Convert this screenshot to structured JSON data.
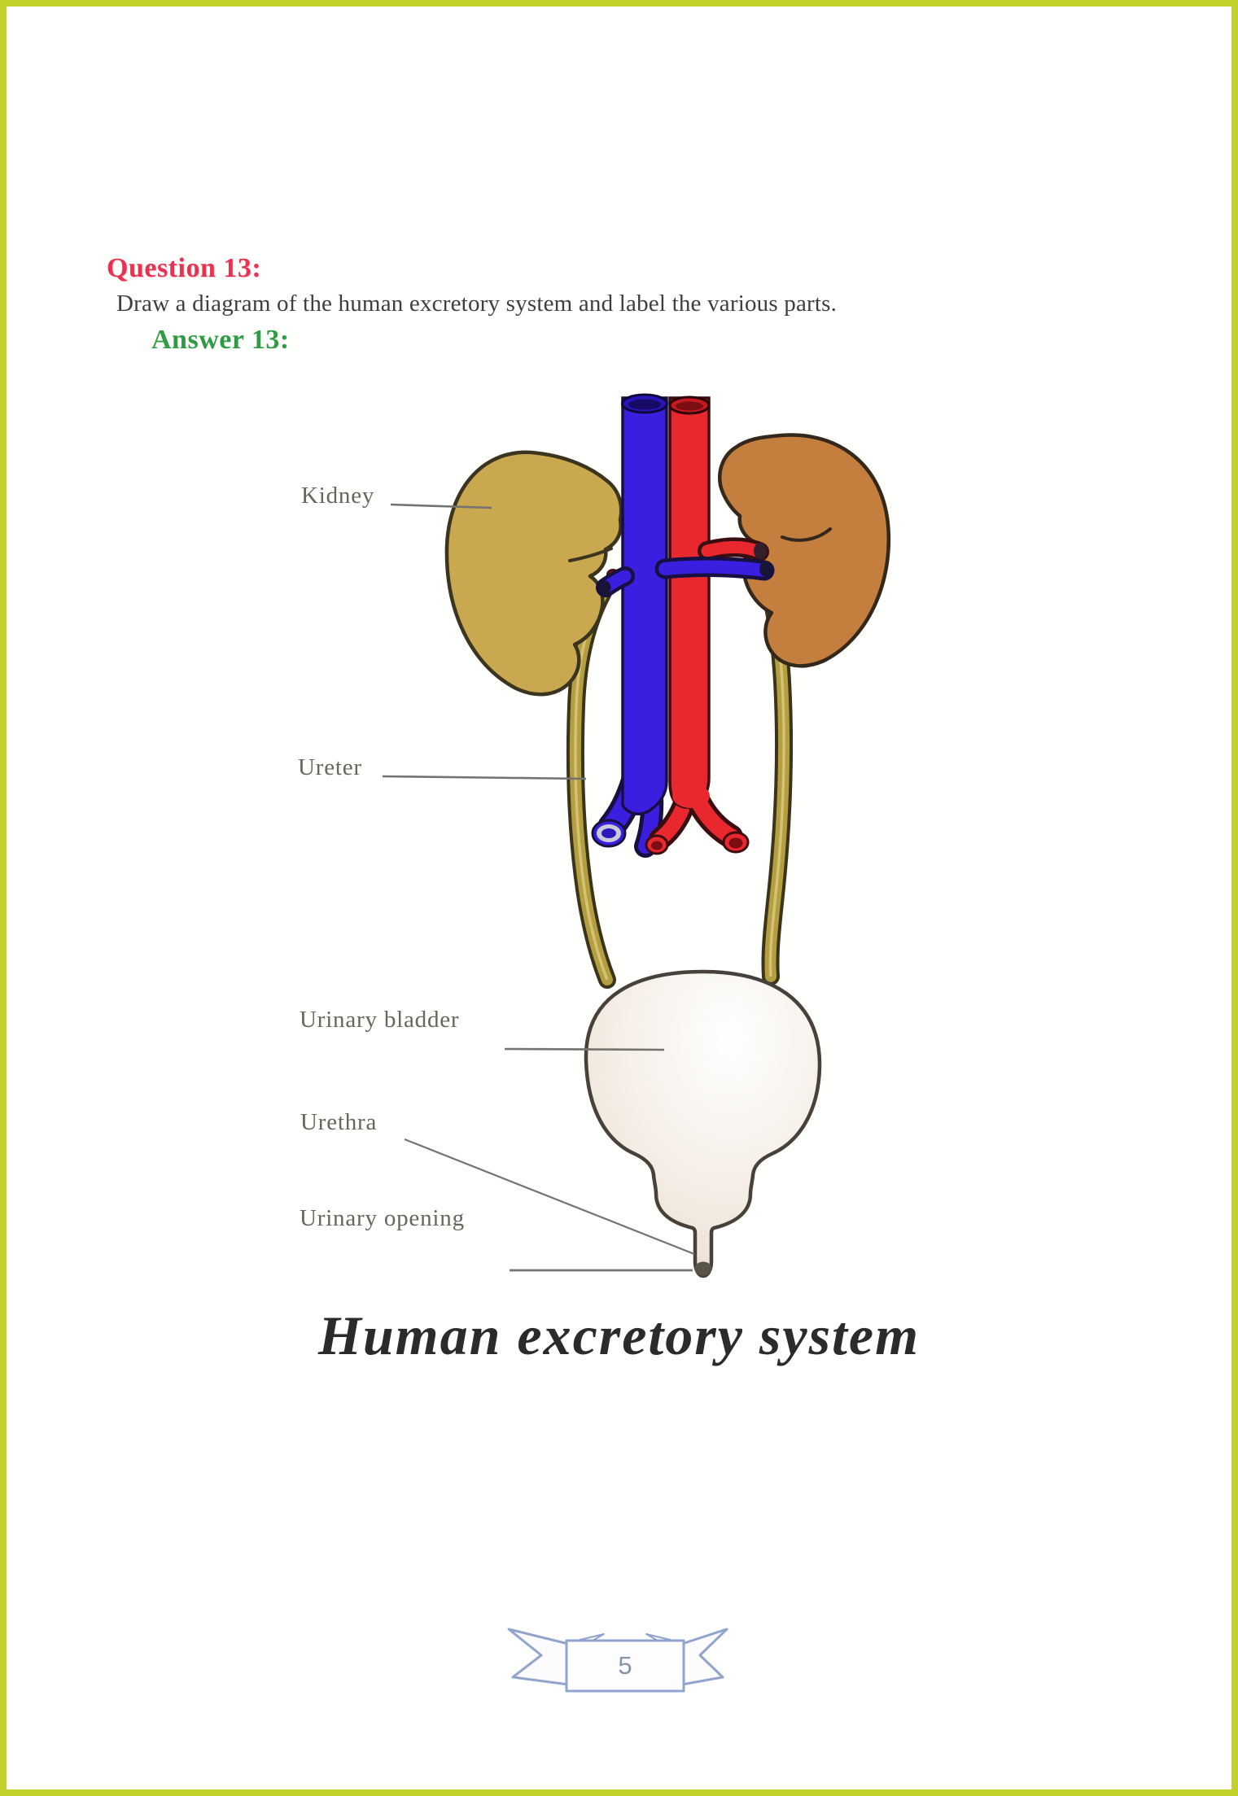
{
  "page": {
    "background": "#ffffff",
    "border_color": "#c3d02c",
    "page_number": "5"
  },
  "question": {
    "label": "Question 13:",
    "label_color": "#e73350",
    "text": "Draw a diagram of the human excretory system and label the various parts.",
    "text_color": "#3f3e3c"
  },
  "answer": {
    "label": "Answer 13:",
    "label_color": "#2f9b43"
  },
  "figure": {
    "caption": "Human excretory system",
    "caption_color": "#2b2b2b",
    "label_color": "#66655f",
    "labels": [
      {
        "text": "Kidney"
      },
      {
        "text": "Ureter"
      },
      {
        "text": "Urinary bladder"
      },
      {
        "text": "Urethra"
      },
      {
        "text": "Urinary opening"
      }
    ],
    "parts_colors": {
      "left_kidney": "#c9a84f",
      "right_kidney": "#c47e3e",
      "vena_cava_vein": "#3a1fe0",
      "aorta_artery": "#e8282e",
      "ureter": "#b39f42",
      "bladder": "#f4eee6"
    }
  }
}
